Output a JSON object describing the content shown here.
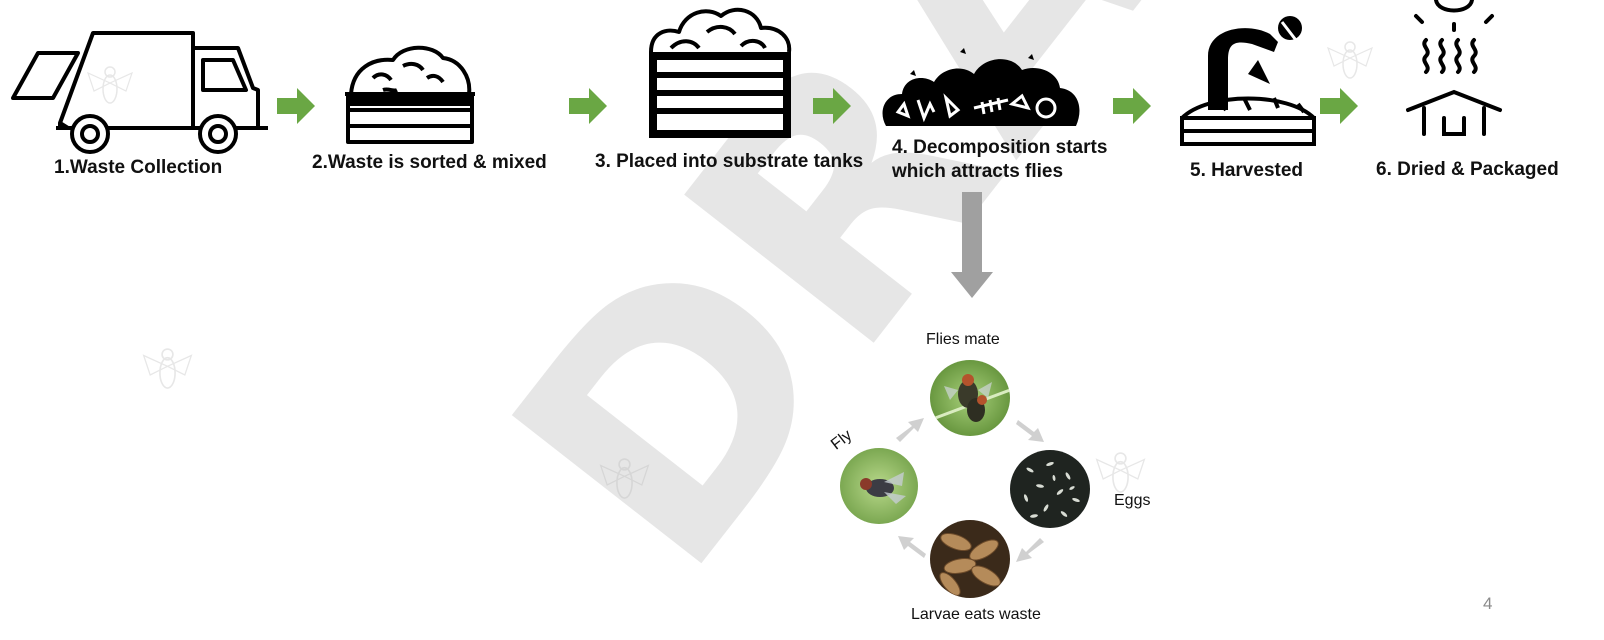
{
  "watermark": "DRAFT",
  "steps": [
    {
      "label": "1.Waste Collection",
      "icon": "garbage-truck-icon"
    },
    {
      "label": "2.Waste is sorted & mixed",
      "icon": "crate-with-waste-icon"
    },
    {
      "label": "3. Placed into substrate tanks",
      "icon": "substrate-tank-icon"
    },
    {
      "label": "4. Decomposition starts",
      "label2": "which attracts flies",
      "icon": "decomposing-waste-icon"
    },
    {
      "label": "5. Harvested",
      "icon": "harvesting-person-icon"
    },
    {
      "label": "6. Dried & Packaged",
      "icon": "drying-sun-house-icon"
    }
  ],
  "cycle": {
    "mate": "Flies mate",
    "eggs": "Eggs",
    "larvae": "Larvae eats waste",
    "fly": "Fly"
  },
  "page_number": "4",
  "colors": {
    "arrow_green": "#6aa744",
    "down_arrow_gray": "#a0a0a0",
    "cycle_arrow_gray": "#d0d0d0",
    "watermark": "#dcdcdc"
  }
}
